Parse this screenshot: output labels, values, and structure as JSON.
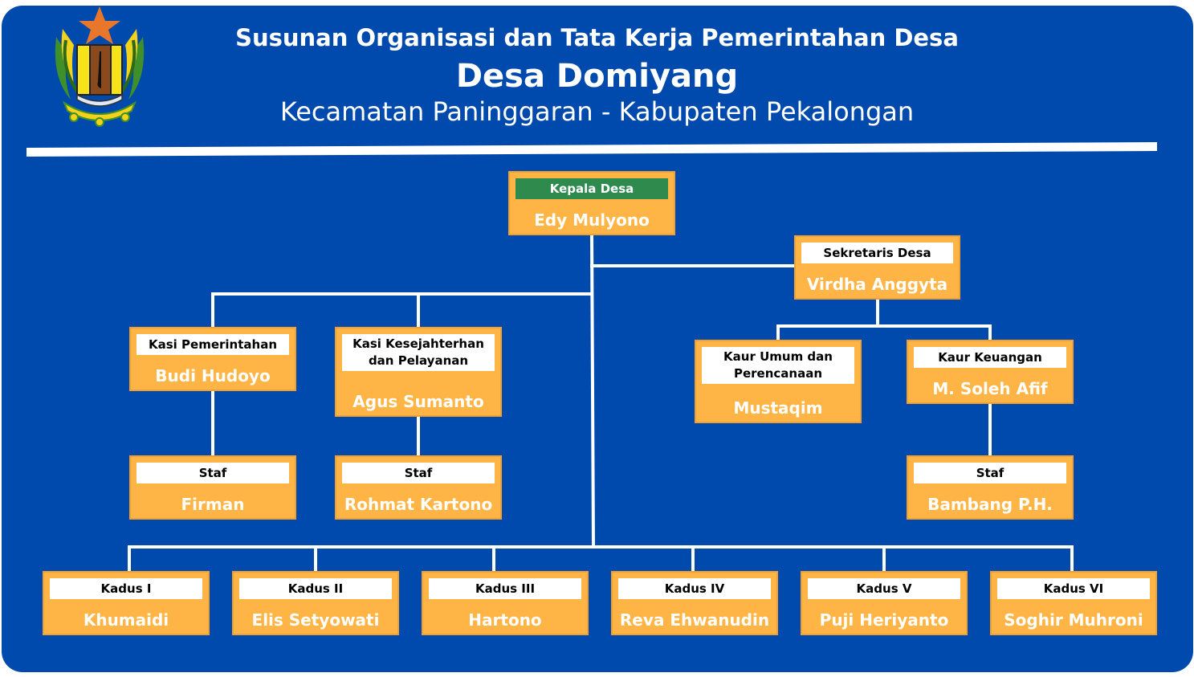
{
  "header": {
    "title": "Susunan Organisasi dan Tata Kerja Pemerintahan Desa",
    "village": "Desa Domiyang",
    "location": "Kecamatan Paninggaran - Kabupaten Pekalongan"
  },
  "logo": {
    "icon": "pekalongan-regency-emblem-icon"
  },
  "colors": {
    "background": "#004aad",
    "box": "#ffb545",
    "head_label": "#2f8a4e",
    "text": "#ffffff",
    "line": "#ffffff"
  },
  "org": {
    "kepala": {
      "role": "Kepala Desa",
      "name": "Edy Mulyono"
    },
    "sekretaris": {
      "role": "Sekretaris Desa",
      "name": "Virdha Anggyta"
    },
    "kasi_pemerintahan": {
      "role": "Kasi Pemerintahan",
      "name": "Budi Hudoyo"
    },
    "kasi_kesejahteraan": {
      "role": "Kasi Kesejahterhan dan Pelayanan",
      "name": "Agus Sumanto"
    },
    "kaur_umum": {
      "role": "Kaur Umum dan Perencanaan",
      "name": "Mustaqim"
    },
    "kaur_keuangan": {
      "role": "Kaur Keuangan",
      "name": "M. Soleh Afif"
    },
    "staf_pemerintahan": {
      "role": "Staf",
      "name": "Firman"
    },
    "staf_kesejahteraan": {
      "role": "Staf",
      "name": "Rohmat Kartono"
    },
    "staf_keuangan": {
      "role": "Staf",
      "name": "Bambang P.H."
    },
    "kadus": [
      {
        "role": "Kadus I",
        "name": "Khumaidi"
      },
      {
        "role": "Kadus II",
        "name": "Elis Setyowati"
      },
      {
        "role": "Kadus III",
        "name": "Hartono"
      },
      {
        "role": "Kadus IV",
        "name": "Reva Ehwanudin"
      },
      {
        "role": "Kadus V",
        "name": "Puji Heriyanto"
      },
      {
        "role": "Kadus VI",
        "name": "Soghir Muhroni"
      }
    ]
  }
}
